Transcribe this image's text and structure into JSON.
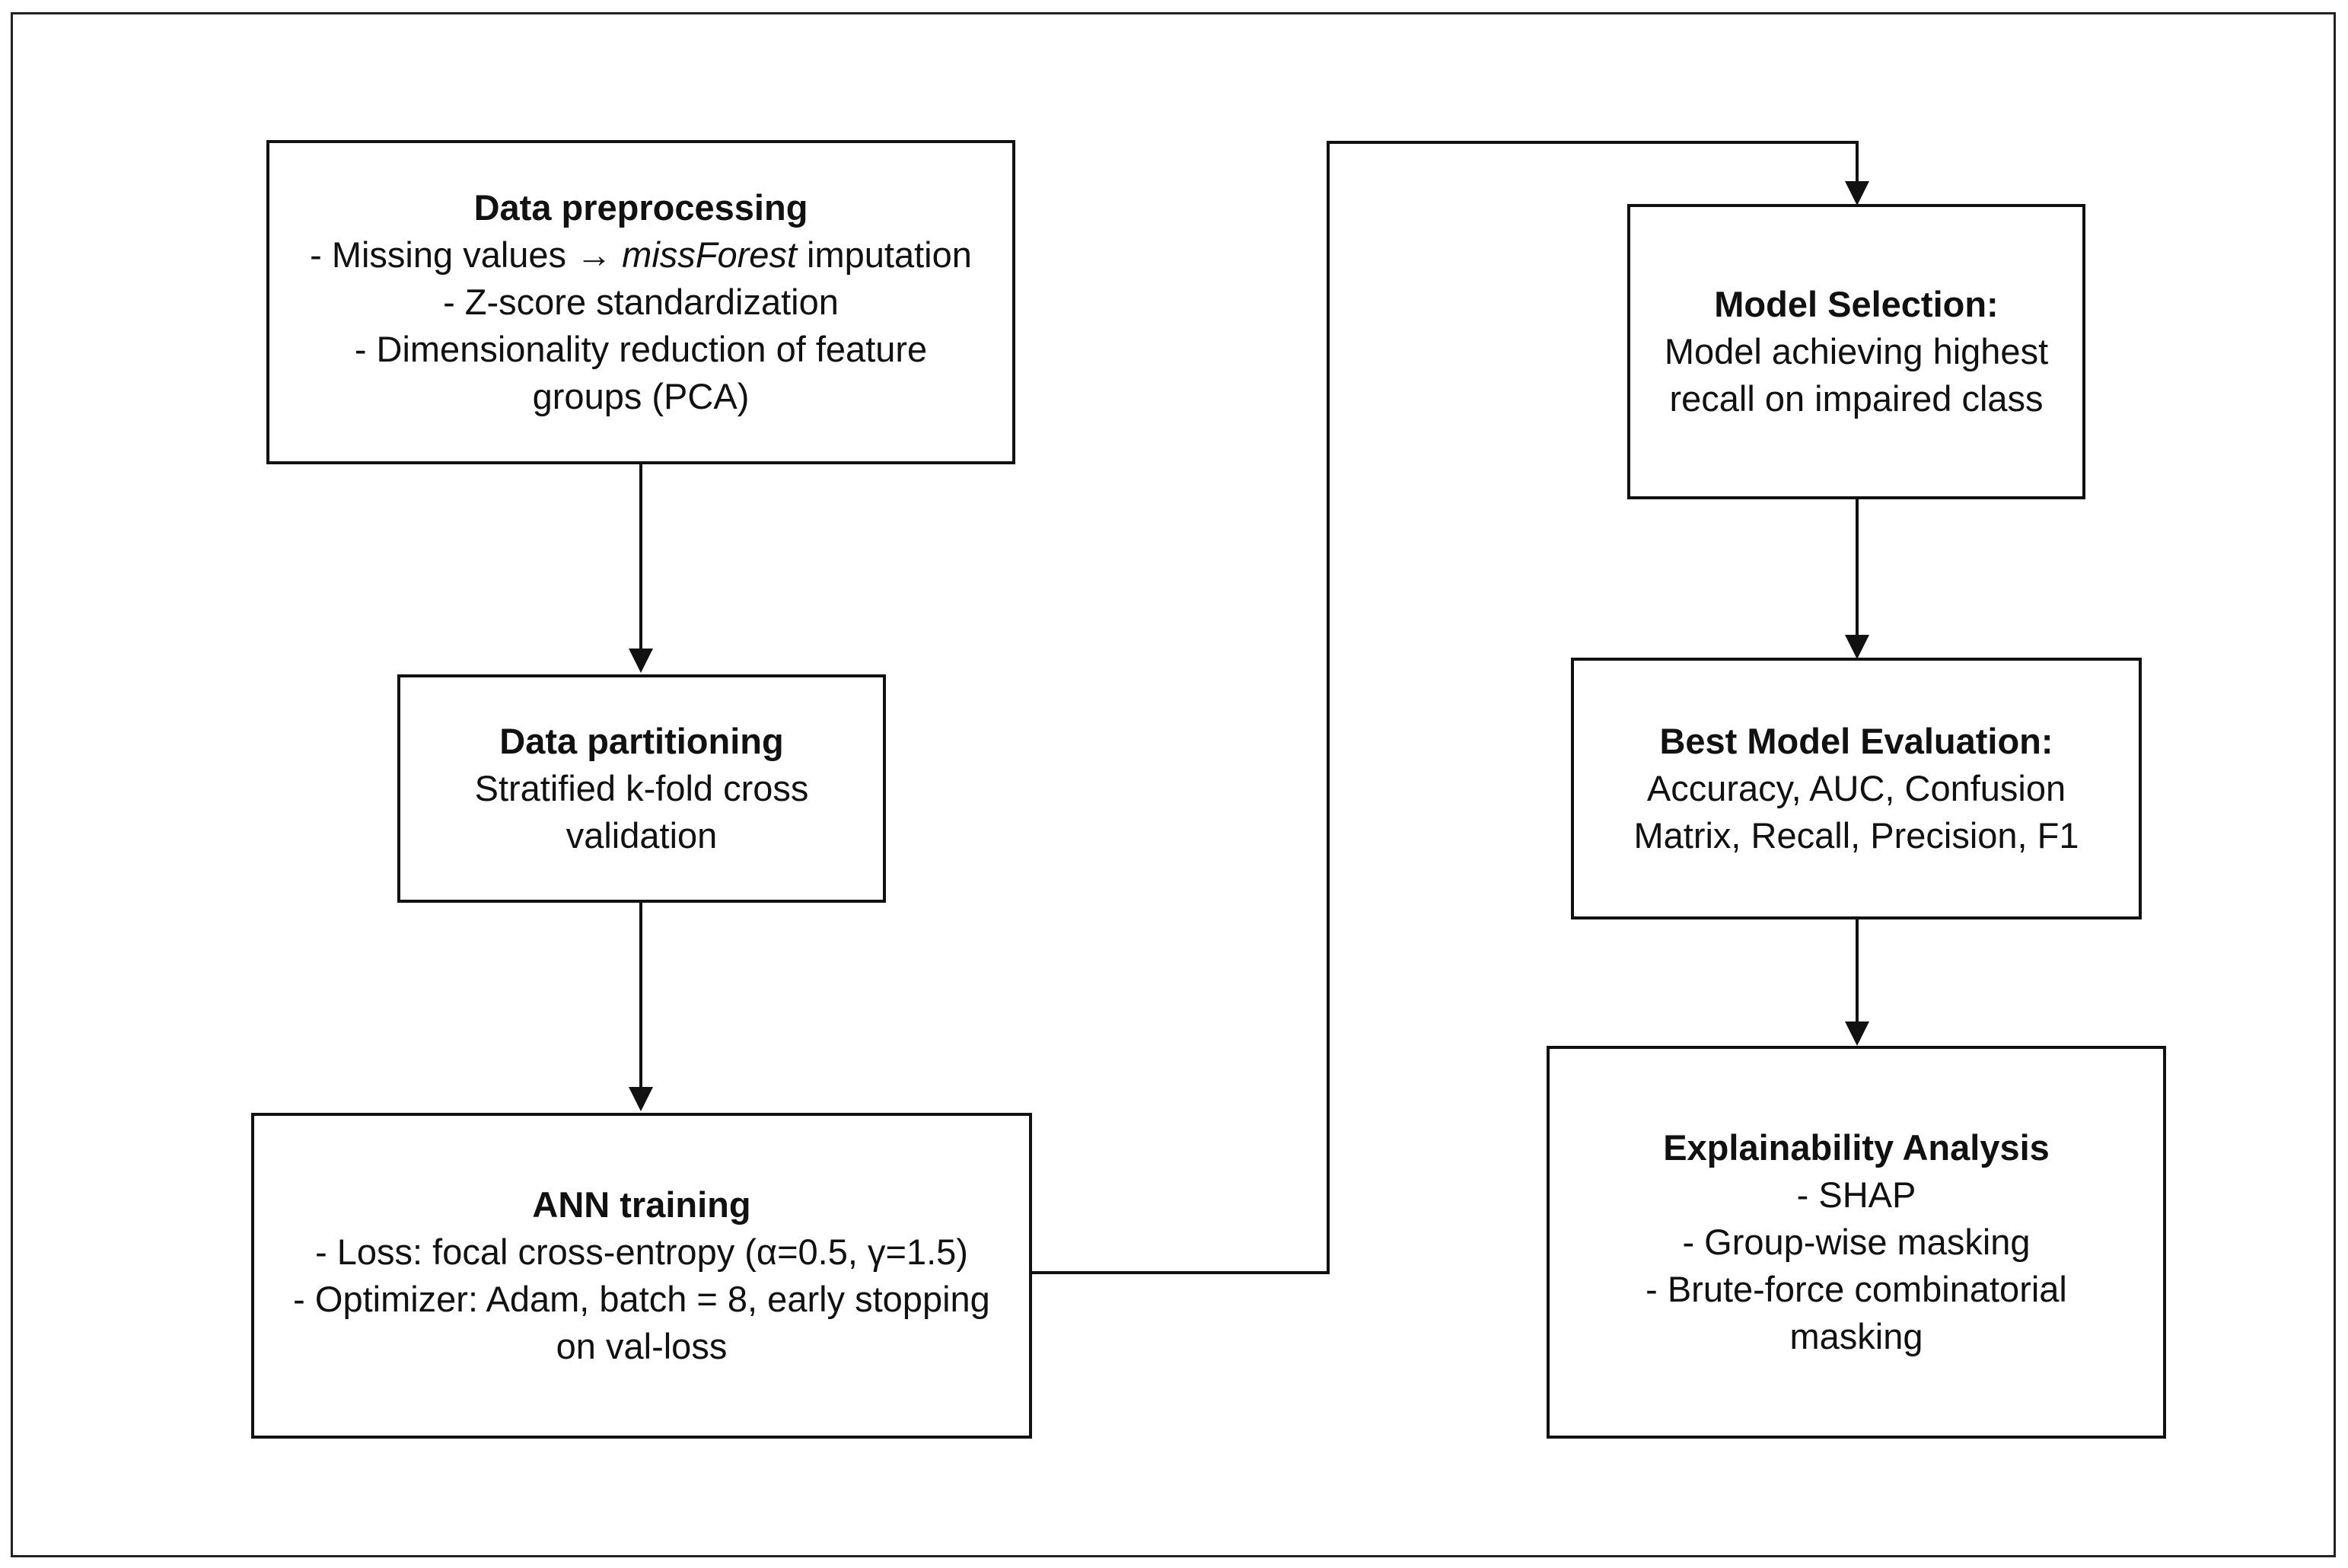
{
  "boxes": {
    "preprocessing": {
      "title": "Data preprocessing",
      "line1_prefix": "- Missing values → ",
      "line1_em": "missForest",
      "line1_suffix": " imputation",
      "line2": "- Z-score standardization",
      "line3": "- Dimensionality reduction of feature",
      "line4": "groups (PCA)"
    },
    "partitioning": {
      "title": "Data partitioning",
      "line1": "Stratified k-fold cross",
      "line2": "validation"
    },
    "training": {
      "title": "ANN training",
      "line1": "- Loss: focal cross-entropy (α=0.5, γ=1.5)",
      "line2": "- Optimizer: Adam, batch = 8, early stopping",
      "line3": "on val-loss"
    },
    "selection": {
      "title": "Model Selection:",
      "line1": "Model achieving highest",
      "line2": "recall on impaired class"
    },
    "evaluation": {
      "title": "Best Model Evaluation:",
      "line1": "Accuracy, AUC, Confusion",
      "line2": "Matrix, Recall, Precision, F1"
    },
    "explainability": {
      "title": "Explainability Analysis",
      "line1": "- SHAP",
      "line2": "- Group-wise masking",
      "line3": "- Brute-force combinatorial",
      "line4": "masking"
    }
  }
}
